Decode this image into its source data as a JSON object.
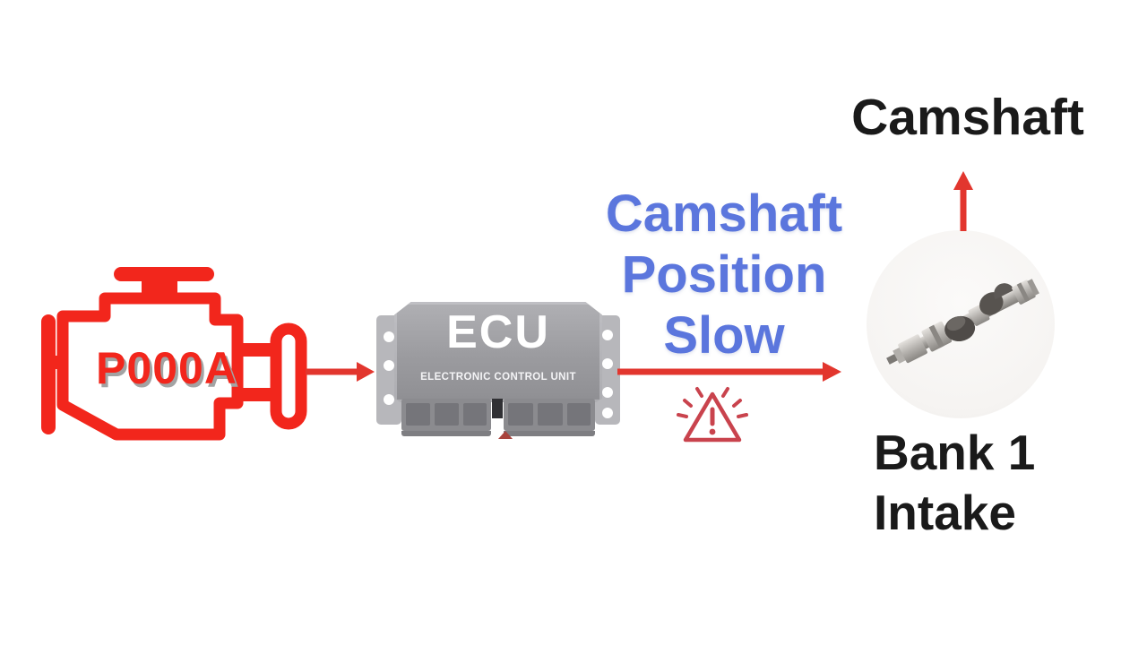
{
  "diagram": {
    "trouble_code": "P000A",
    "ecu": {
      "label": "ECU",
      "sublabel": "ELECTRONIC CONTROL UNIT"
    },
    "fault": {
      "lines": [
        "Camshaft",
        "Position",
        "Slow"
      ]
    },
    "component_label": "Camshaft",
    "location": {
      "lines": [
        "Bank 1",
        "Intake"
      ]
    },
    "icons": {
      "engine": "check-engine-icon",
      "warning": "warning-triangle-icon",
      "arrows": "red-arrow-icons",
      "camshaft": "camshaft-photo"
    },
    "colors": {
      "accent-red": "#F2261C",
      "arrow-red": "#E2362E",
      "fault-blue": "#5B76DD",
      "warning-red": "#C9434D",
      "text-black": "#1A1A1A",
      "ecu-gray": "#9B9B9F",
      "mini-arrow-red": "#A8433D",
      "photo-bg": "#F6F4F2"
    }
  }
}
